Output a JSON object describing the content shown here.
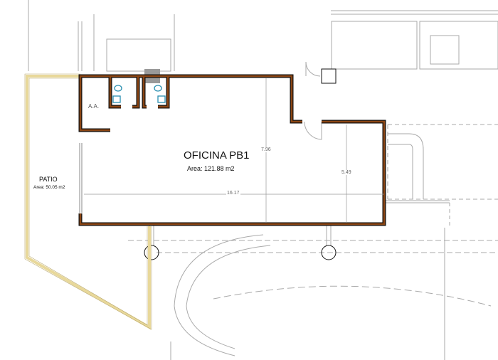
{
  "rooms": {
    "office": {
      "name": "OFICINA PB1",
      "area": "Area: 121.88 m2"
    },
    "patio": {
      "name": "PATIO",
      "area": "Area: 50.05 m2"
    },
    "aa": {
      "name": "A.A."
    }
  },
  "dimensions": {
    "width": "16.17",
    "height_left": "7.96",
    "height_right": "5.49"
  },
  "colors": {
    "wall": "#8b4513",
    "patio": "#f3e6b0",
    "fixture": "#2a8fb0",
    "line": "#999999"
  }
}
